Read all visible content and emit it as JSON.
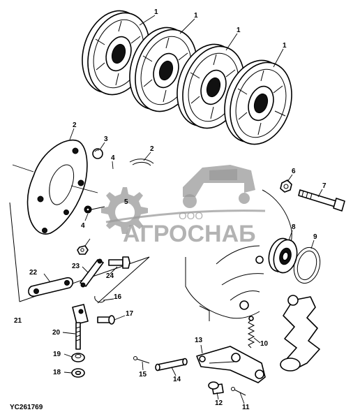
{
  "figure_code": "YC261769",
  "watermark": {
    "company_prefix": "ООО",
    "company_name": "АГРОСНАБ",
    "color": "#9a9a9a"
  },
  "callouts": [
    {
      "id": "c1a",
      "label": "1"
    },
    {
      "id": "c1b",
      "label": "1"
    },
    {
      "id": "c1c",
      "label": "1"
    },
    {
      "id": "c1d",
      "label": "1"
    },
    {
      "id": "c2a",
      "label": "2"
    },
    {
      "id": "c2b",
      "label": "2"
    },
    {
      "id": "c3",
      "label": "3"
    },
    {
      "id": "c4a",
      "label": "4"
    },
    {
      "id": "c4b",
      "label": "4"
    },
    {
      "id": "c5",
      "label": "5"
    },
    {
      "id": "c6",
      "label": "6"
    },
    {
      "id": "c7",
      "label": "7"
    },
    {
      "id": "c8",
      "label": "8"
    },
    {
      "id": "c9",
      "label": "9"
    },
    {
      "id": "c10",
      "label": "10"
    },
    {
      "id": "c11",
      "label": "11"
    },
    {
      "id": "c12",
      "label": "12"
    },
    {
      "id": "c13",
      "label": "13"
    },
    {
      "id": "c14",
      "label": "14"
    },
    {
      "id": "c15",
      "label": "15"
    },
    {
      "id": "c16",
      "label": "16"
    },
    {
      "id": "c17",
      "label": "17"
    },
    {
      "id": "c18",
      "label": "18"
    },
    {
      "id": "c19",
      "label": "19"
    },
    {
      "id": "c20",
      "label": "20"
    },
    {
      "id": "c21",
      "label": "21"
    },
    {
      "id": "c22",
      "label": "22"
    },
    {
      "id": "c23",
      "label": "23"
    },
    {
      "id": "c24",
      "label": "24"
    }
  ]
}
